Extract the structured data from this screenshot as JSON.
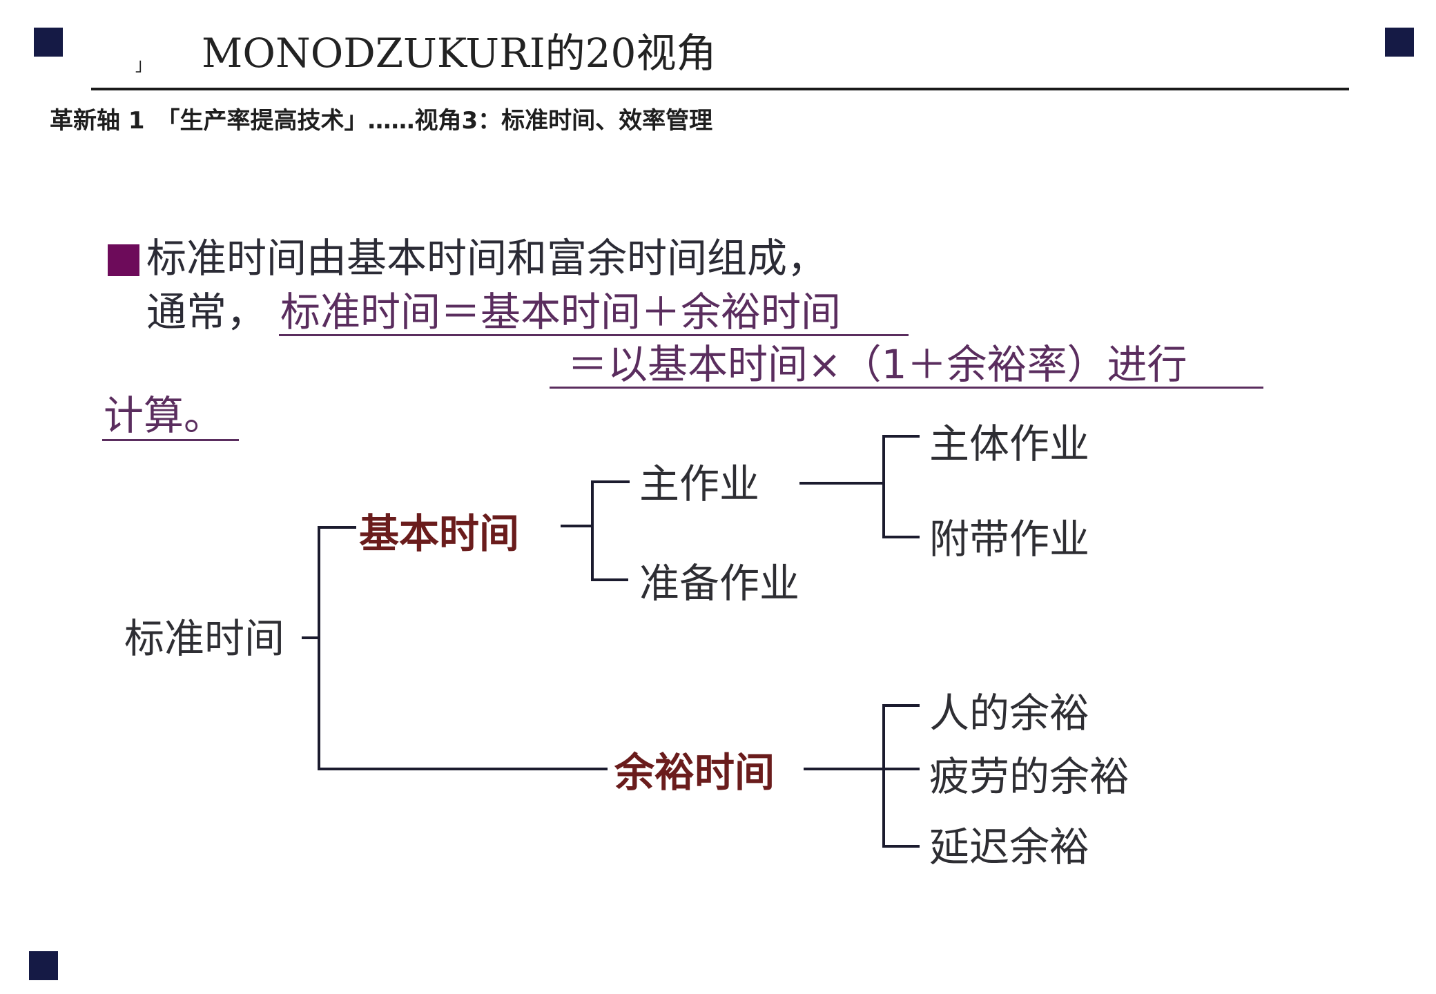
{
  "header": {
    "title": "MONODZUKURI的20视角",
    "tick_mark": "˩",
    "subtitle": "革新轴 1　「生产率提高技术」……视角3：标准时间、效率管理"
  },
  "bullet": {
    "line1": "标准时间由基本时间和富余时间组成，",
    "line2_prefix": "通常，",
    "line2_formula": "标准时间＝基本时间＋余裕时间",
    "line3_formula": "＝以基本时间×（1＋余裕率）进行",
    "line4": "计算。"
  },
  "tree": {
    "root": "标准时间",
    "basic_time": "基本时间",
    "allowance_time": "余裕时间",
    "main_work": "主作业",
    "prep_work": "准备作业",
    "core_work": "主体作业",
    "incidental_work": "附带作业",
    "personal_allowance": "人的余裕",
    "fatigue_allowance": "疲劳的余裕",
    "delay_allowance": "延迟余裕"
  },
  "colors": {
    "corner_square": "#151a45",
    "bullet_square": "#6d0b5a",
    "formula_text": "#5a2d5e",
    "branch_label": "#6a1c1c",
    "tree_line": "#1b1b2e"
  }
}
